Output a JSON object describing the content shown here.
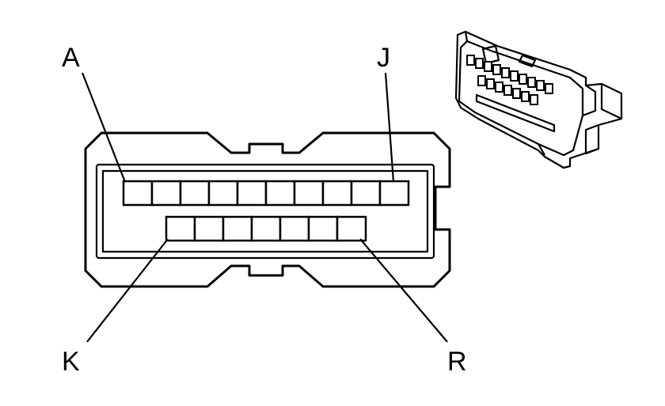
{
  "pin_labels": {
    "first_top": "A",
    "last_top": "J",
    "first_bottom": "K",
    "last_bottom": "R"
  }
}
